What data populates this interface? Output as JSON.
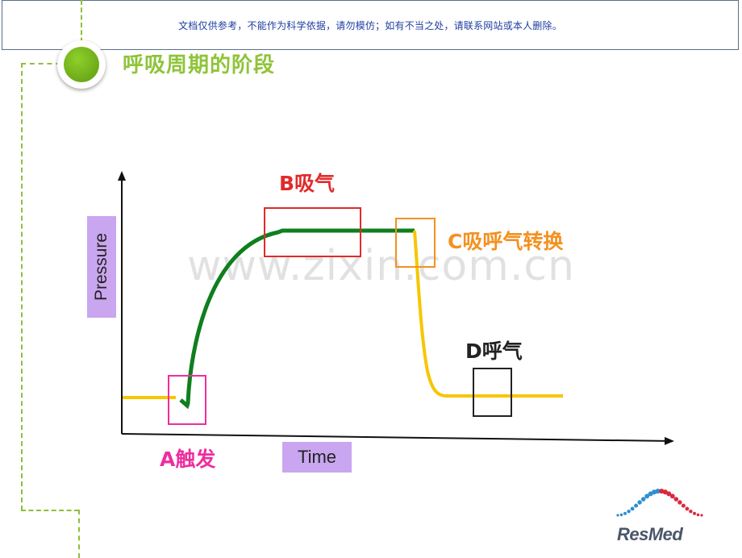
{
  "notice": "文档仅供参考，不能作为科学依据，请勿模仿；如有不当之处，请联系网站或本人删除。",
  "title": "呼吸周期的阶段",
  "watermark": "www.zixin.com.cn",
  "axes": {
    "ylabel": "Pressure",
    "xlabel": "Time"
  },
  "phases": [
    {
      "id": "a",
      "label": "A触发",
      "color": "#ee2e9e"
    },
    {
      "id": "b",
      "label": "B吸气",
      "color": "#e22a2a"
    },
    {
      "id": "c",
      "label": "C吸呼气转换",
      "color": "#f39121"
    },
    {
      "id": "d",
      "label": "D呼气",
      "color": "#222222"
    }
  ],
  "curve_colors": {
    "baseline": "#f7c600",
    "inspiration": "#0f7f1e",
    "expiration": "#f7c600"
  },
  "brand": {
    "name": "ResMed"
  }
}
